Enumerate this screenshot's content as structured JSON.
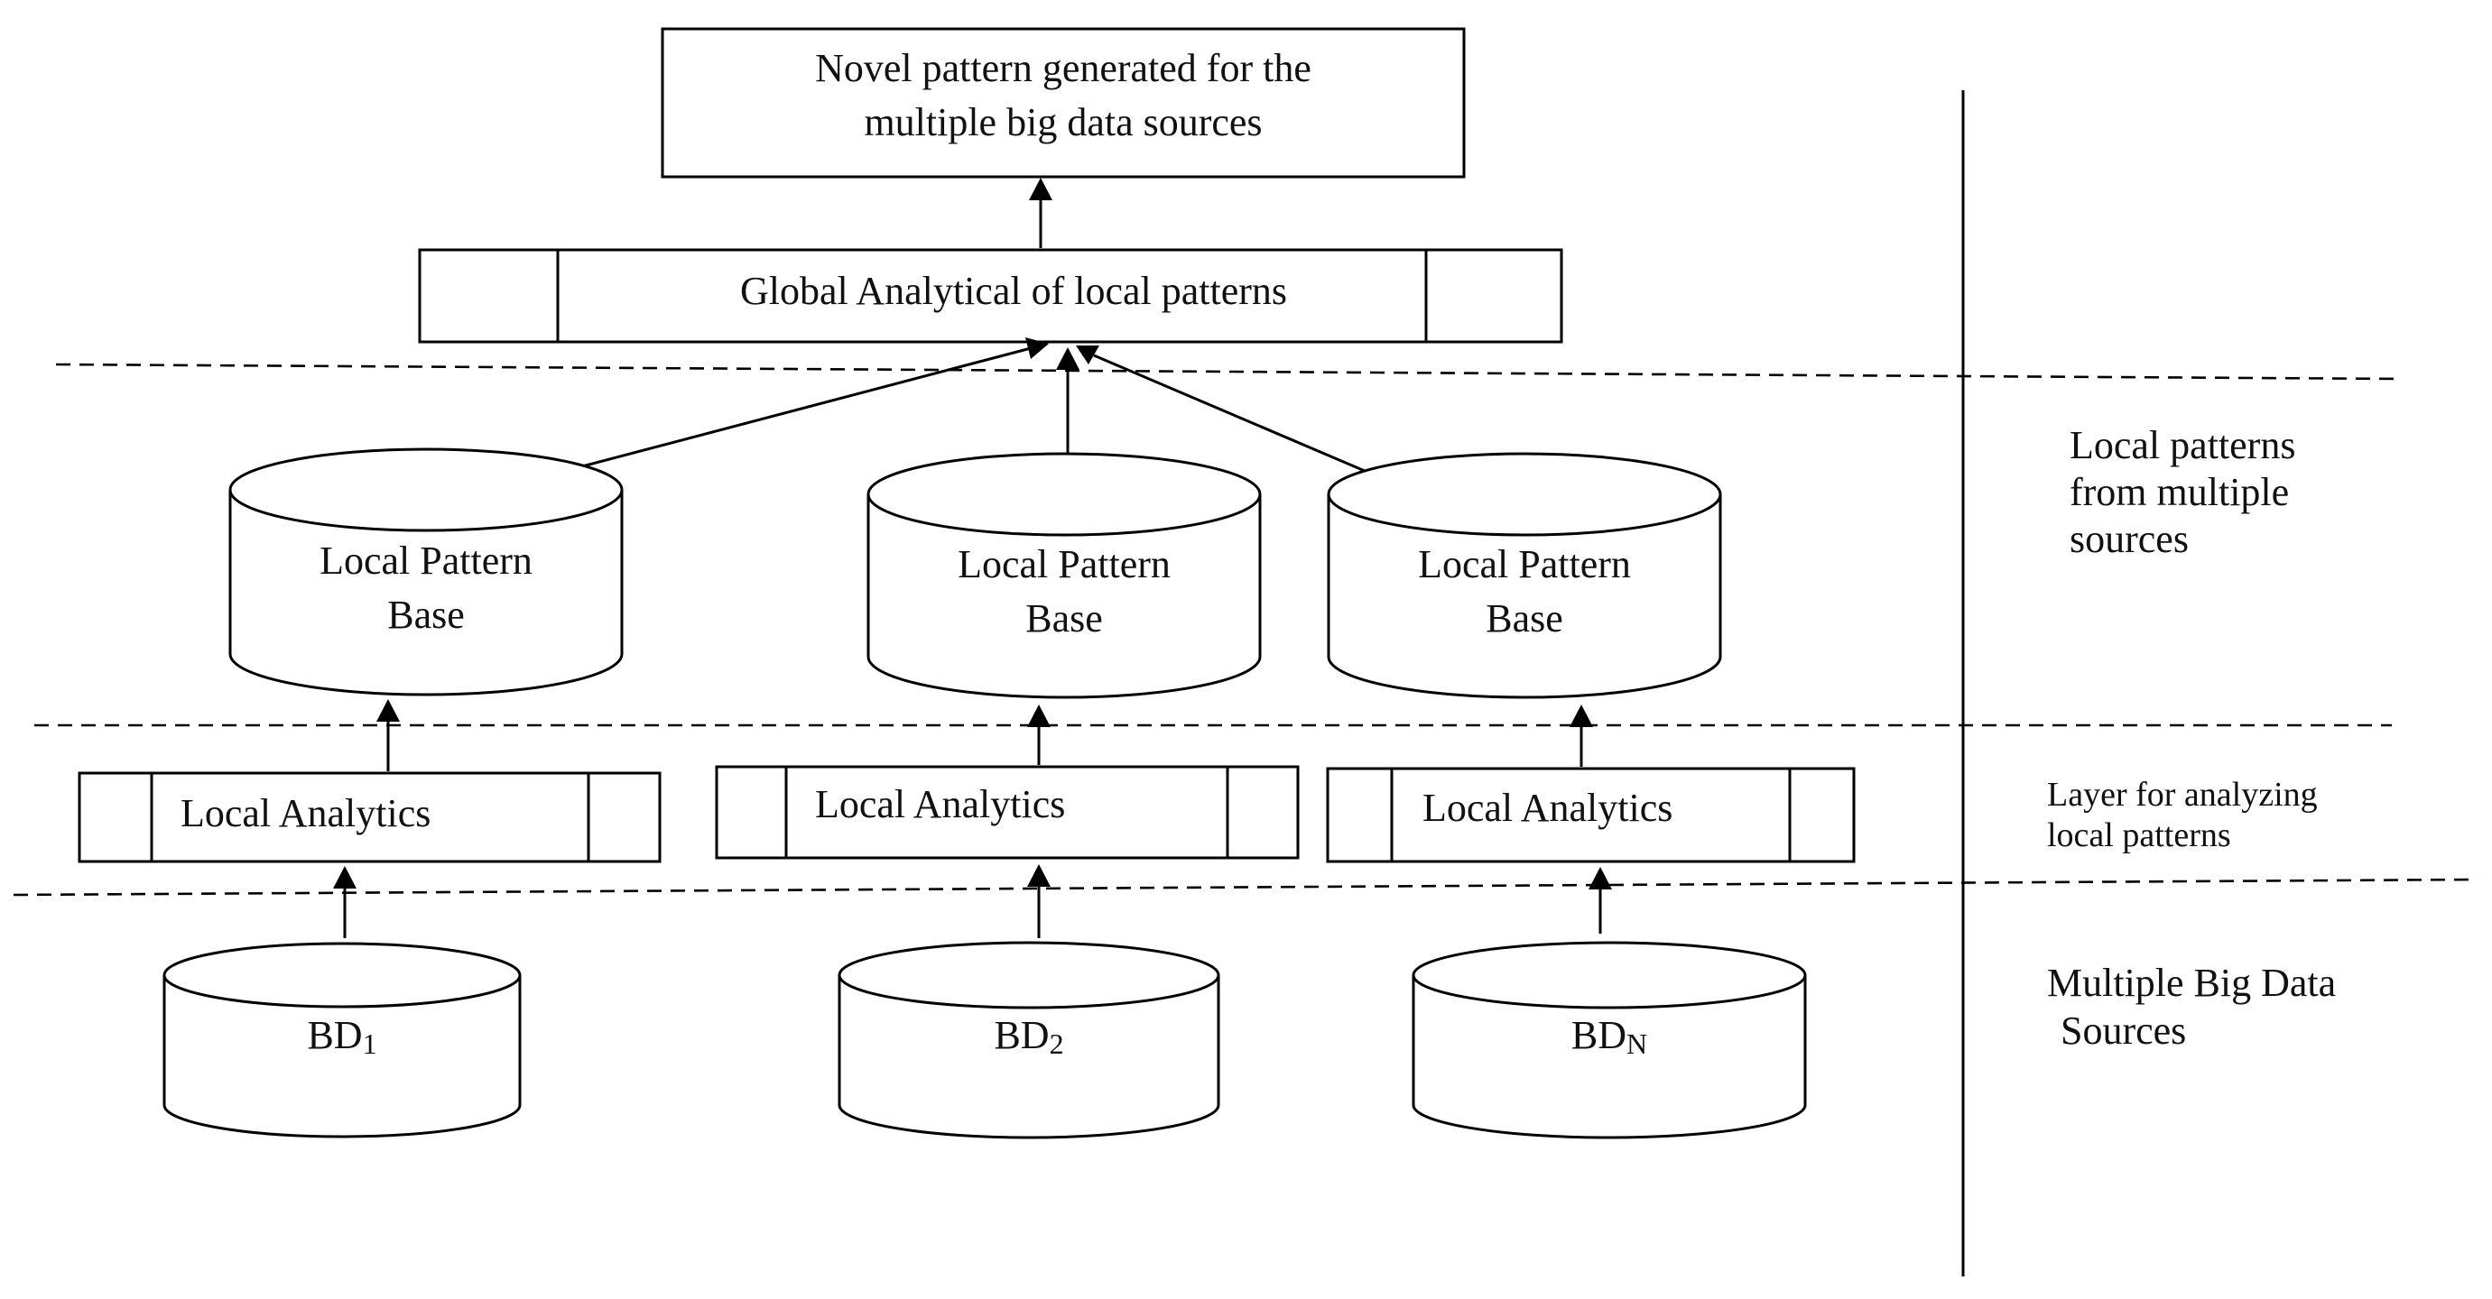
{
  "diagram": {
    "top_box": {
      "line1": "Novel pattern generated for the",
      "line2": "multiple big data sources"
    },
    "global_box": {
      "label": "Global Analytical of local patterns"
    },
    "pattern_bases": [
      {
        "line1": "Local Pattern",
        "line2": "Base"
      },
      {
        "line1": "Local Pattern",
        "line2": "Base"
      },
      {
        "line1": "Local Pattern",
        "line2": "Base"
      }
    ],
    "local_analytics": [
      {
        "label": "Local Analytics"
      },
      {
        "label": "Local Analytics"
      },
      {
        "label": "Local Analytics"
      }
    ],
    "sources": [
      {
        "base": "BD",
        "subscript": "1"
      },
      {
        "base": "BD",
        "subscript": "2"
      },
      {
        "base": "BD",
        "subscript": "N"
      }
    ],
    "side_labels": {
      "local_patterns": [
        "Local patterns",
        "from multiple",
        "sources"
      ],
      "analyzing_layer": [
        "Layer for analyzing",
        "local patterns"
      ],
      "big_data": [
        "Multiple Big Data",
        "Sources"
      ]
    }
  }
}
